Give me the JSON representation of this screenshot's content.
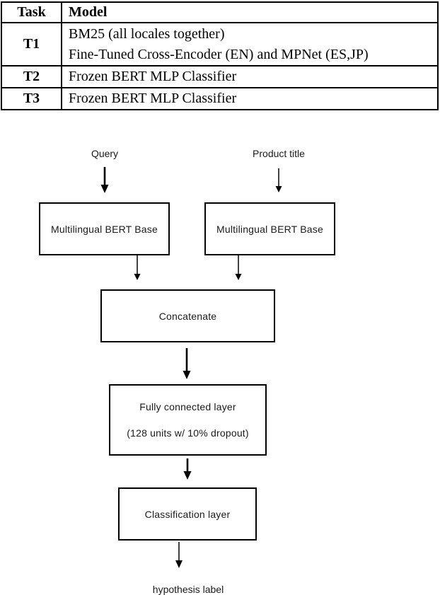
{
  "table": {
    "headers": [
      "Task",
      "Model"
    ],
    "rows": [
      {
        "task": "T1",
        "model_lines": [
          "BM25 (all locales together)",
          "Fine-Tuned Cross-Encoder (EN) and MPNet (ES,JP)"
        ]
      },
      {
        "task": "T2",
        "model_lines": [
          "Frozen BERT MLP Classifier"
        ]
      },
      {
        "task": "T3",
        "model_lines": [
          "Frozen BERT MLP Classifier"
        ]
      }
    ]
  },
  "diagram": {
    "inputs": {
      "query": "Query",
      "product_title": "Product title"
    },
    "nodes": {
      "bert_left": "Multilingual BERT Base",
      "bert_right": "Multilingual BERT Base",
      "concatenate": "Concatenate",
      "fully_connected_line1": "Fully connected layer",
      "fully_connected_line2": "(128 units w/ 10% dropout)",
      "classification": "Classification layer"
    },
    "output": {
      "hypothesis": "hypothesis label"
    },
    "colors": {
      "ink": "#000000",
      "text": "#1a1a1a",
      "background": "#ffffff"
    }
  }
}
